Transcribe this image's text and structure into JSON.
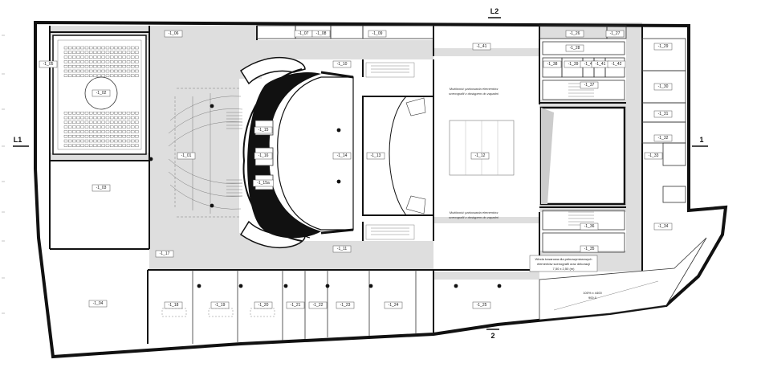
{
  "plan": {
    "section_marks": {
      "top": "L2",
      "left": "L1",
      "right": "1",
      "bottom": "2"
    },
    "rooms": [
      {
        "id": "r06",
        "label": "-1_06"
      },
      {
        "id": "r05",
        "label": "-1_05"
      },
      {
        "id": "r02",
        "label": "-1_02"
      },
      {
        "id": "r03",
        "label": "-1_03"
      },
      {
        "id": "r04",
        "label": "-1_04"
      },
      {
        "id": "r01",
        "label": "-1_01"
      },
      {
        "id": "r17",
        "label": "-1_17"
      },
      {
        "id": "r07",
        "label": "-1_07"
      },
      {
        "id": "r08",
        "label": "-1_08"
      },
      {
        "id": "r09",
        "label": "-1_09"
      },
      {
        "id": "r10",
        "label": "-1_10"
      },
      {
        "id": "r11",
        "label": "-1_11"
      },
      {
        "id": "r15",
        "label": "-1_15"
      },
      {
        "id": "r16",
        "label": "-1_16"
      },
      {
        "id": "r15a",
        "label": "-1_15a"
      },
      {
        "id": "r14",
        "label": "-1_14"
      },
      {
        "id": "r13",
        "label": "-1_13"
      },
      {
        "id": "r12",
        "label": "-1_12"
      },
      {
        "id": "r41",
        "label": "-1_41"
      },
      {
        "id": "r26",
        "label": "-1_26"
      },
      {
        "id": "r27",
        "label": "-1_27"
      },
      {
        "id": "r28",
        "label": "-1_28"
      },
      {
        "id": "r38",
        "label": "-1_38"
      },
      {
        "id": "r39",
        "label": "-1_39"
      },
      {
        "id": "r40",
        "label": "-1_40"
      },
      {
        "id": "r41b",
        "label": "-1_41"
      },
      {
        "id": "r42",
        "label": "-1_42"
      },
      {
        "id": "r37",
        "label": "-1_37"
      },
      {
        "id": "r36",
        "label": "-1_36"
      },
      {
        "id": "r35",
        "label": "-1_35"
      },
      {
        "id": "r29",
        "label": "-1_29"
      },
      {
        "id": "r30",
        "label": "-1_30"
      },
      {
        "id": "r31",
        "label": "-1_31"
      },
      {
        "id": "r32",
        "label": "-1_32"
      },
      {
        "id": "r33",
        "label": "-1_33"
      },
      {
        "id": "r34",
        "label": "-1_34"
      },
      {
        "id": "r18",
        "label": "-1_18"
      },
      {
        "id": "r19",
        "label": "-1_19"
      },
      {
        "id": "r20",
        "label": "-1_20"
      },
      {
        "id": "r21",
        "label": "-1_21"
      },
      {
        "id": "r22",
        "label": "-1_22"
      },
      {
        "id": "r23",
        "label": "-1_23"
      },
      {
        "id": "r24",
        "label": "-1_24"
      },
      {
        "id": "r25",
        "label": "-1_25"
      }
    ],
    "stage_notes": {
      "upper": [
        "Możliwość parkowania elementów",
        "scenografii z dostępem do zapadni"
      ],
      "lower": [
        "Możliwość parkowania elementów",
        "scenografii z dostępem do zapadni"
      ]
    },
    "lift_note": [
      "Winda towarowa dla pełnowymiarowych",
      "elementów scenografii oraz dekoracji",
      "7,50 x 2,50 (m)"
    ],
    "ramp_note": [
      "100% x 4400",
      "900,0"
    ]
  }
}
